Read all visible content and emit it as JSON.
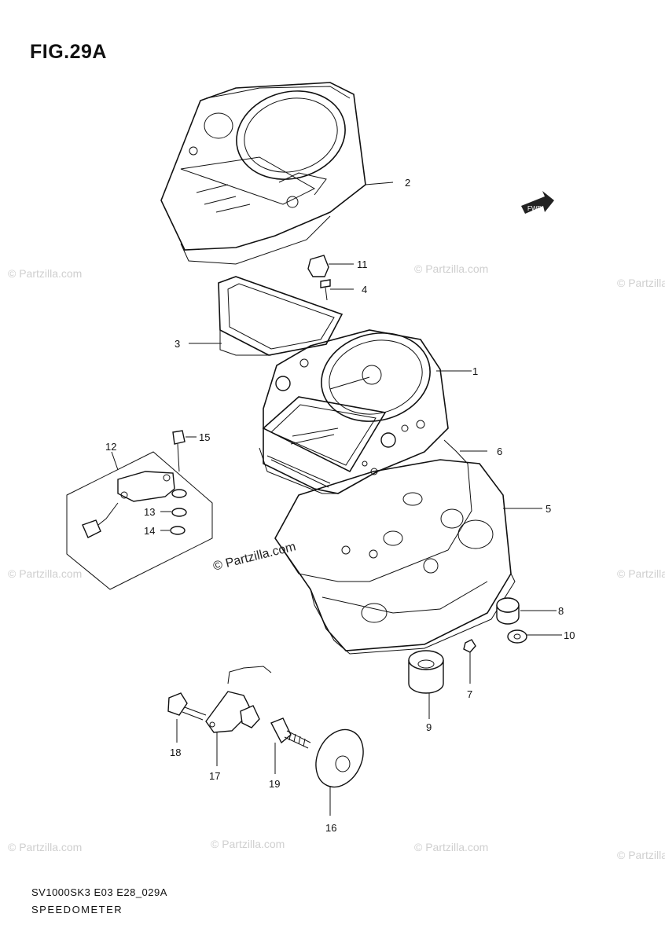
{
  "title": "FIG.29A",
  "footer": {
    "code": "SV1000SK3 E03 E28_029A",
    "name": "SPEEDOMETER"
  },
  "watermark": {
    "text": "© Partzilla.com",
    "main_text": "© Partzilla.com"
  },
  "fwd_badge": "FWD",
  "callouts": {
    "c1": "1",
    "c2": "2",
    "c3": "3",
    "c4": "4",
    "c5": "5",
    "c6": "6",
    "c7": "7",
    "c8": "8",
    "c9": "9",
    "c10": "10",
    "c11": "11",
    "c12": "12",
    "c13": "13",
    "c14": "14",
    "c15": "15",
    "c16": "16",
    "c17": "17",
    "c18": "18",
    "c19": "19"
  }
}
